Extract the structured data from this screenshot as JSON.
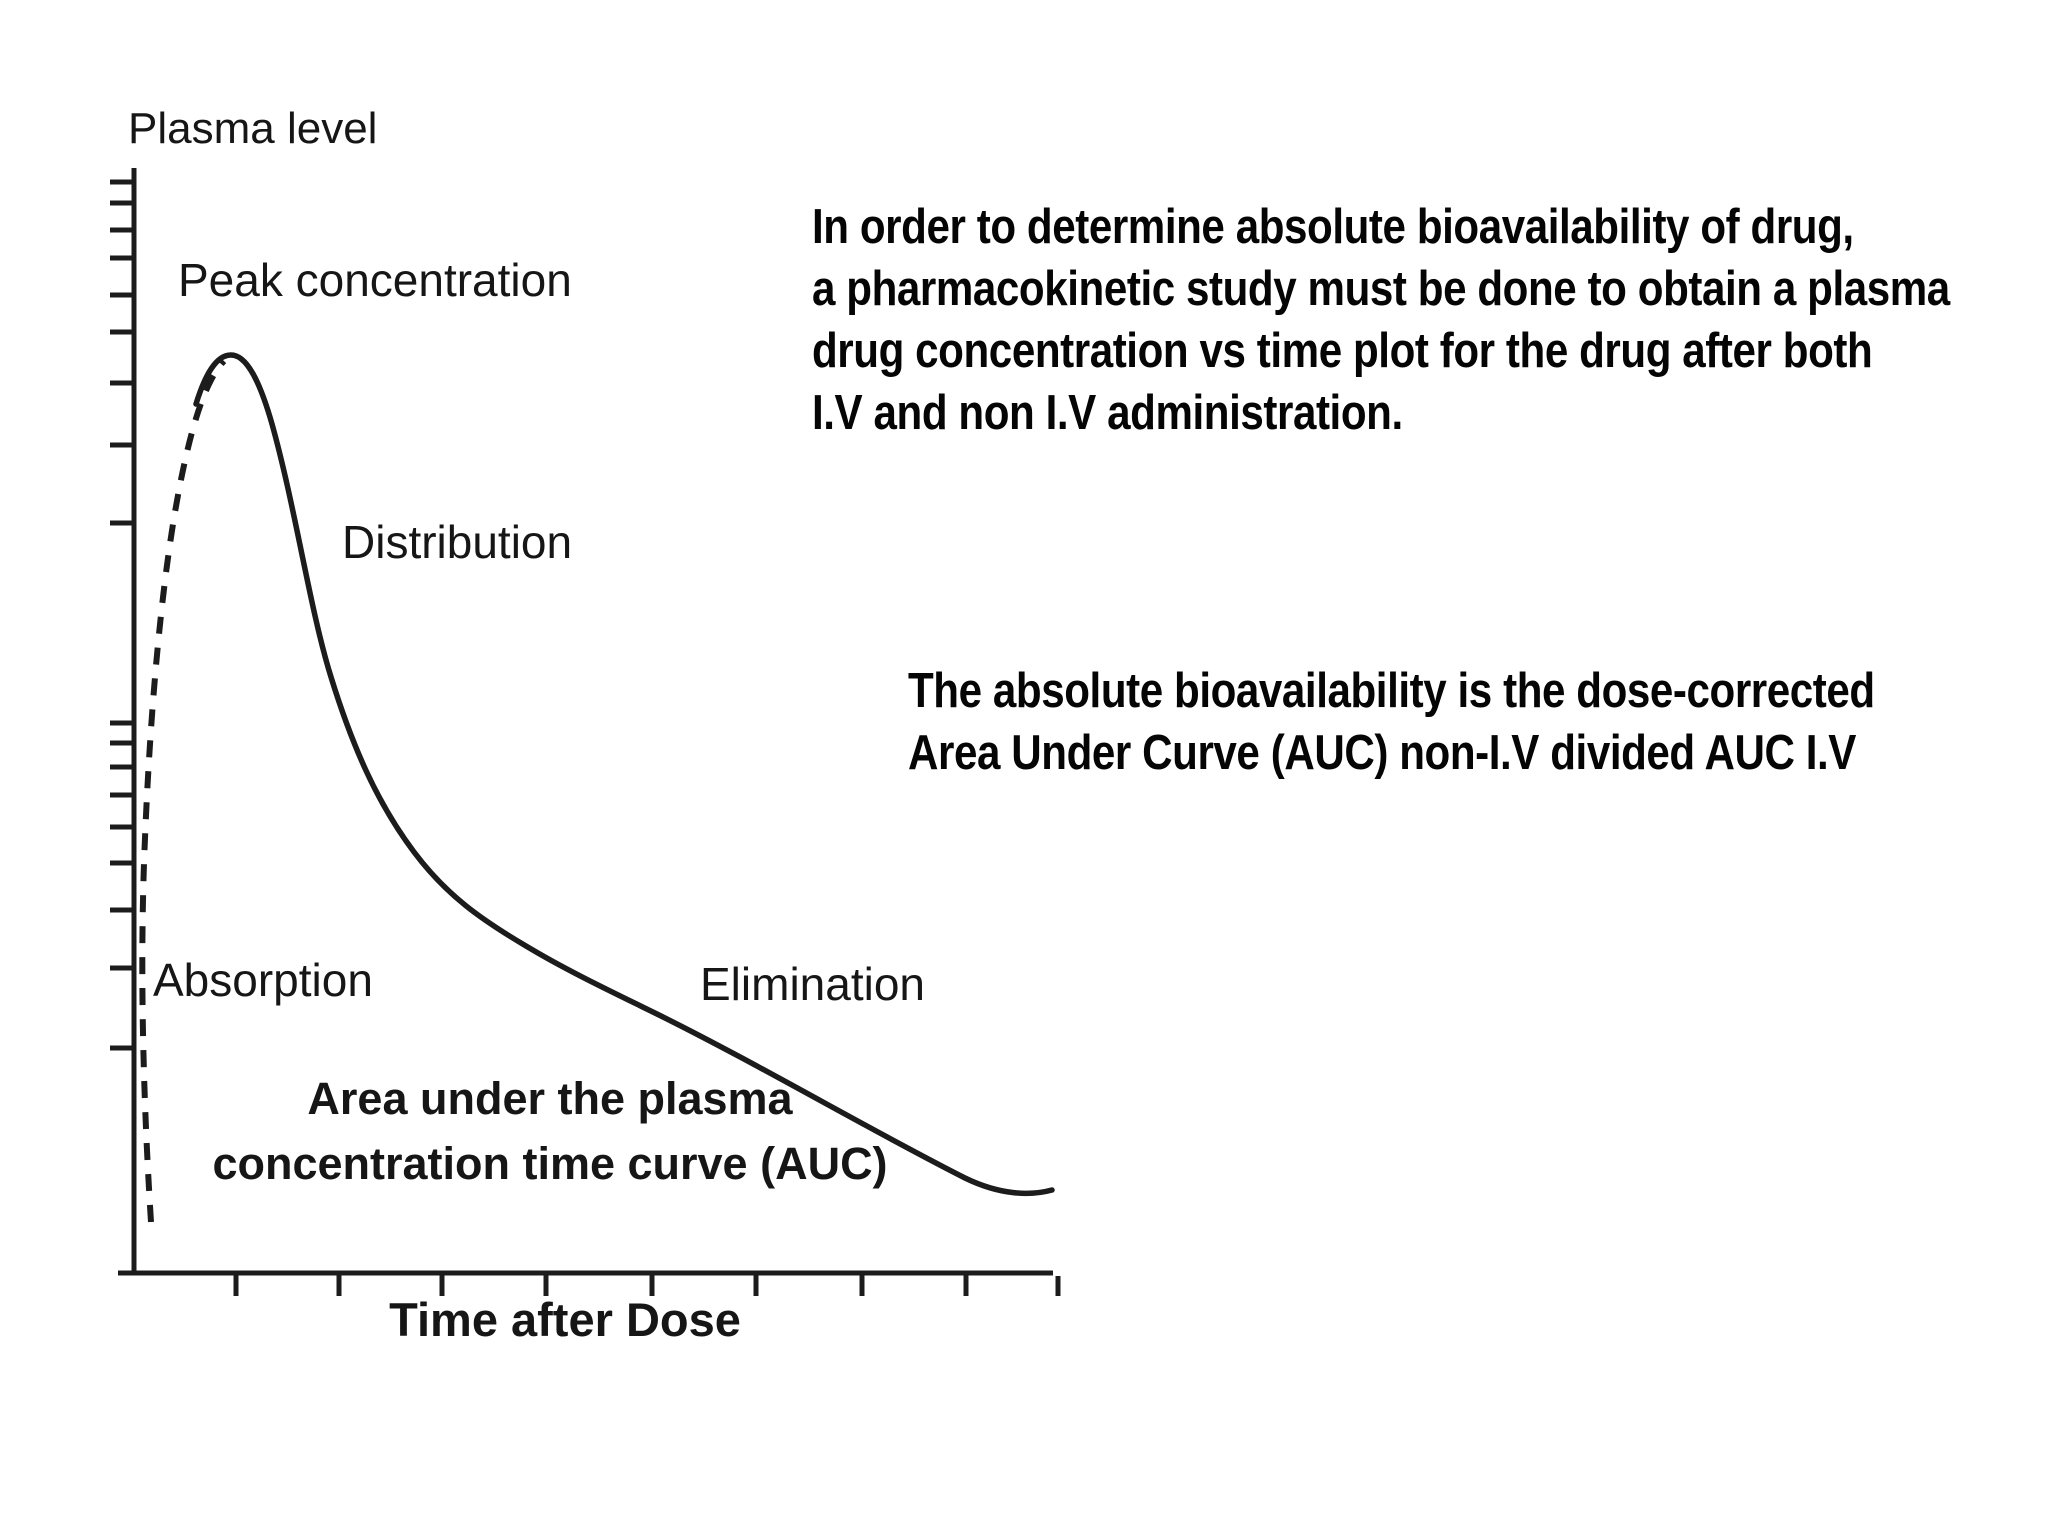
{
  "chart": {
    "y_axis_title": "Plasma level",
    "x_axis_title": "Time after Dose",
    "curve_labels": {
      "peak": "Peak concentration",
      "distribution": "Distribution",
      "absorption": "Absorption",
      "elimination": "Elimination",
      "auc_line1": "Area under the plasma",
      "auc_line2": "concentration time curve (AUC)"
    },
    "ink_color": "#1c1c1c"
  },
  "annotations": {
    "paragraph1": {
      "lines": [
        "In order to determine absolute bioavailability of drug,",
        "a pharmacokinetic study must be done to obtain a plasma",
        "drug concentration vs time plot for the drug after both",
        "I.V and non I.V administration."
      ]
    },
    "paragraph2": {
      "lines": [
        "The absolute bioavailability is the dose-corrected",
        "Area Under Curve (AUC) non-I.V divided AUC I.V"
      ]
    }
  },
  "chart_data": {
    "type": "line",
    "title": "",
    "xlabel": "Time after Dose",
    "ylabel": "Plasma level",
    "axis_numeric_labels": false,
    "grid": false,
    "legend": false,
    "y_axis_style": "two-decade semi-log style tick marks, unlabeled",
    "x_axis_style": "9 evenly spaced unlabeled tick marks",
    "series": [
      {
        "name": "absorption phase",
        "style": "dashed",
        "x": [
          0.015,
          0.013,
          0.015,
          0.03,
          0.055,
          0.09
        ],
        "y": [
          0.05,
          0.45,
          0.65,
          0.8,
          0.92,
          0.99
        ]
      },
      {
        "name": "plasma concentration curve",
        "style": "solid",
        "x": [
          0.07,
          0.1,
          0.14,
          0.21,
          0.29,
          0.41,
          0.54,
          0.65,
          0.76,
          0.87,
          0.96
        ],
        "y": [
          0.95,
          1.0,
          0.92,
          0.65,
          0.46,
          0.35,
          0.28,
          0.22,
          0.16,
          0.1,
          0.06
        ]
      }
    ],
    "phase_annotations": [
      "Peak concentration",
      "Distribution",
      "Absorption",
      "Elimination",
      "Area under the plasma concentration time curve (AUC)"
    ]
  }
}
